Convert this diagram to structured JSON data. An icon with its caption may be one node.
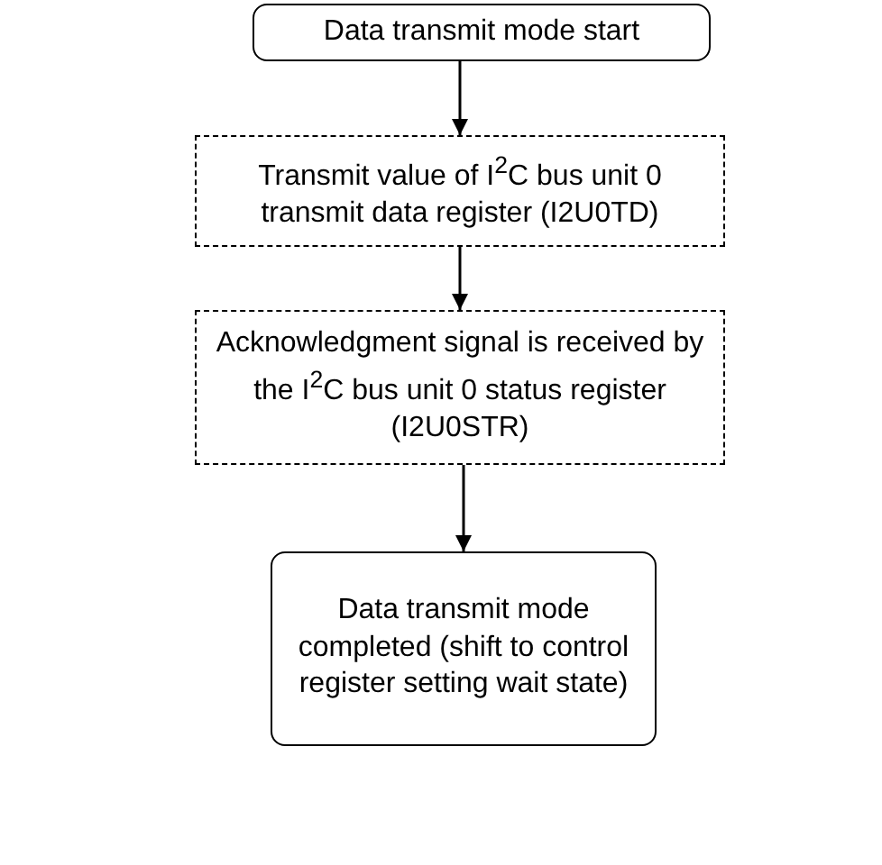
{
  "diagram": {
    "nodes": [
      {
        "text": [
          "Data transmit mode start"
        ]
      },
      {
        "text": [
          "Transmit value of I$^{2}$C bus unit 0 transmit data register (I2U0TD)"
        ]
      },
      {
        "text": [
          "Acknowledgment signal is received by the I$^{2}$C bus unit 0 status register (I2U0STR)"
        ]
      },
      {
        "text": [
          "Data transmit mode completed (shift to control register setting wait state)"
        ]
      }
    ],
    "edges": [
      {
        "from": 0,
        "to": 1,
        "arrow": "to"
      },
      {
        "from": 1,
        "to": 2,
        "arrow": "to"
      },
      {
        "from": 2,
        "to": 3,
        "arrow": "to"
      }
    ]
  }
}
